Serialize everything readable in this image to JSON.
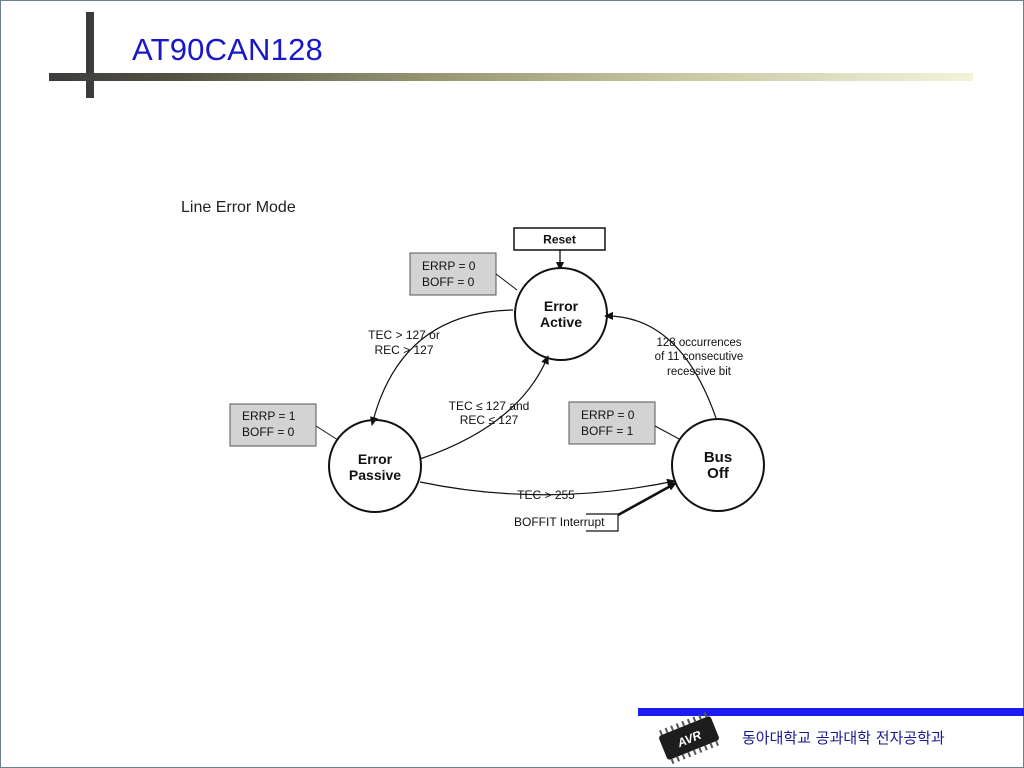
{
  "slide": {
    "title": "AT90CAN128",
    "footer_text": "동아대학교 공과대학 전자공학과",
    "logo_text": "AVR"
  },
  "diagram": {
    "heading": "Line Error Mode",
    "reset_label": "Reset",
    "states": {
      "error_active": [
        "Error",
        "Active"
      ],
      "error_passive": [
        "Error",
        "Passive"
      ],
      "bus_off": [
        "Bus",
        "Off"
      ]
    },
    "flag_boxes": {
      "active": [
        "ERRP =  0",
        "BOFF = 0"
      ],
      "passive": [
        "ERRP =  1",
        "BOFF = 0"
      ],
      "bus_off": [
        "ERRP =  0",
        "BOFF = 1"
      ]
    },
    "transitions": {
      "active_to_passive": [
        "TEC > 127 or",
        "REC > 127"
      ],
      "passive_to_active": [
        "TEC ≤ 127 and",
        "REC ≤ 127"
      ],
      "busoff_to_active": [
        "128 occurrences",
        "of 11 consecutive",
        "recessive bit"
      ],
      "passive_to_busoff": "TEC > 255",
      "boffit_interrupt": "BOFFIT Interrupt"
    }
  }
}
